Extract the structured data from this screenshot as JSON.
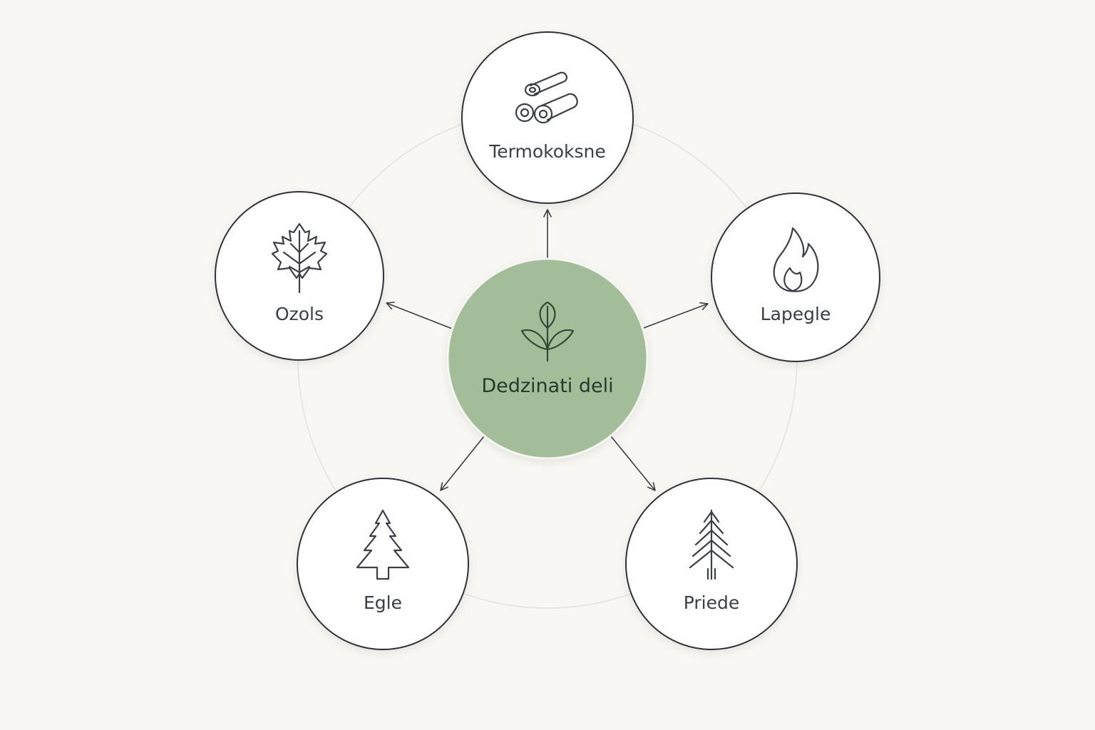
{
  "center": {
    "label": "Dedzinati deli",
    "icon": "sprout-icon"
  },
  "nodes": [
    {
      "key": "termokoksne",
      "label": "Termokoksne",
      "icon": "logs-icon"
    },
    {
      "key": "lapegle",
      "label": "Lapegle",
      "icon": "flame-icon"
    },
    {
      "key": "priede",
      "label": "Priede",
      "icon": "pine-tree-icon"
    },
    {
      "key": "egle",
      "label": "Egle",
      "icon": "spruce-tree-icon"
    },
    {
      "key": "ozols",
      "label": "Ozols",
      "icon": "maple-leaf-icon"
    }
  ],
  "colors": {
    "background": "#f8f7f3",
    "center_fill": "#a3bd98",
    "node_fill": "#ffffff",
    "outline": "#2f3338",
    "ring": "#e3e2dc"
  }
}
